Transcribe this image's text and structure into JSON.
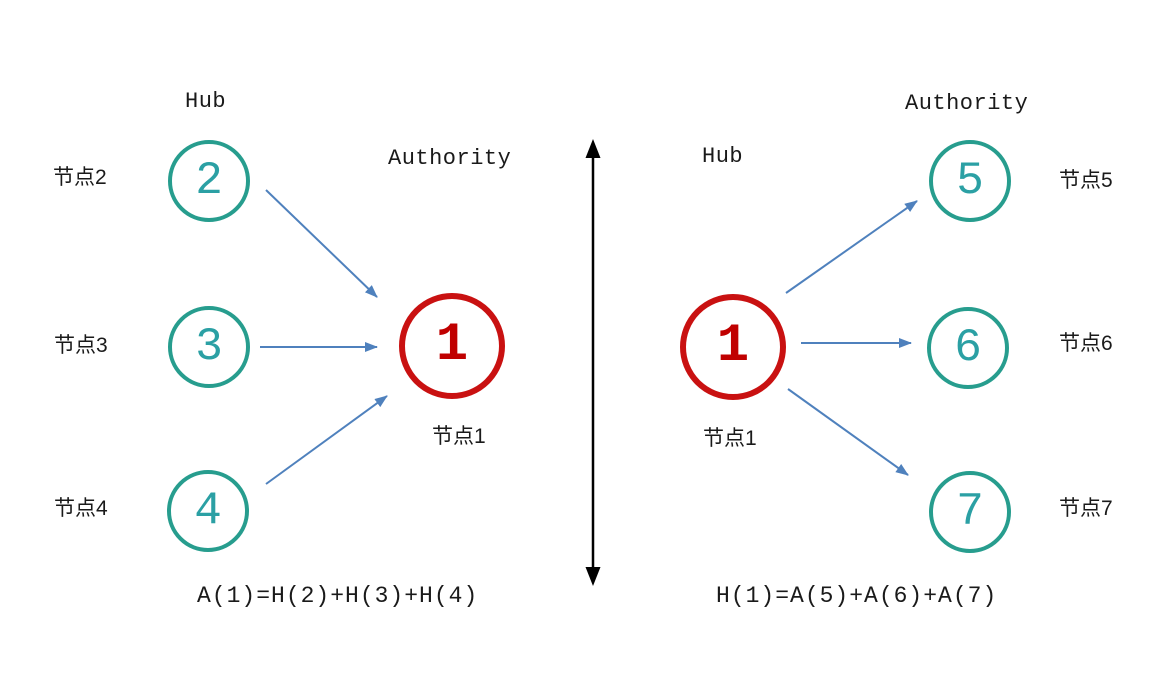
{
  "diagram": {
    "title_hint": "HITS hub-authority relation diagram",
    "left": {
      "hub_label": "Hub",
      "authority_label": "Authority",
      "hub_nodes": [
        {
          "number": "2",
          "label": "节点2"
        },
        {
          "number": "3",
          "label": "节点3"
        },
        {
          "number": "4",
          "label": "节点4"
        }
      ],
      "authority_node": {
        "number": "1",
        "label": "节点1"
      },
      "formula": "A(1)=H(2)+H(3)+H(4)"
    },
    "right": {
      "hub_label": "Hub",
      "authority_label": "Authority",
      "hub_node": {
        "number": "1",
        "label": "节点1"
      },
      "authority_nodes": [
        {
          "number": "5",
          "label": "节点5"
        },
        {
          "number": "6",
          "label": "节点6"
        },
        {
          "number": "7",
          "label": "节点7"
        }
      ],
      "formula": "H(1)=A(5)+A(6)+A(7)"
    },
    "colors": {
      "node_ring_teal": "#279d8e",
      "node_number_teal": "#2ba0a4",
      "node_ring_red": "#c91111",
      "node_number_red": "#c00000",
      "arrow_blue": "#4f81bd",
      "arrow_black": "#000000"
    }
  }
}
